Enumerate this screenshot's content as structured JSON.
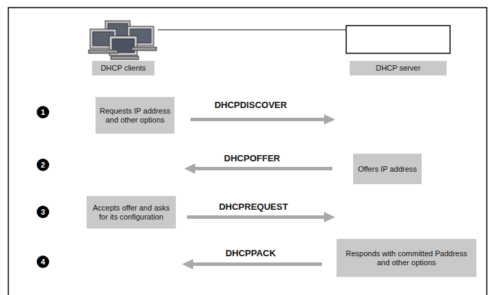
{
  "diagram": {
    "nodes": [
      {
        "text": [
          "DHCP clients"
        ]
      },
      {
        "text": [
          "DHCP server"
        ]
      },
      {
        "text": [
          "1"
        ]
      },
      {
        "text": [
          "Requests IP address and other options"
        ]
      },
      {
        "text": [
          "2"
        ]
      },
      {
        "text": [
          "Offers IP address"
        ]
      },
      {
        "text": [
          "3"
        ]
      },
      {
        "text": [
          "Accepts offer and asks for its configuration"
        ]
      },
      {
        "text": [
          "4"
        ]
      },
      {
        "text": [
          "Responds with committed Paddress and other options"
        ]
      }
    ],
    "labels": [
      "DHCPDISCOVER",
      "DHCPOFFER",
      "DHCPREQUEST",
      "DHCPPACK"
    ]
  }
}
